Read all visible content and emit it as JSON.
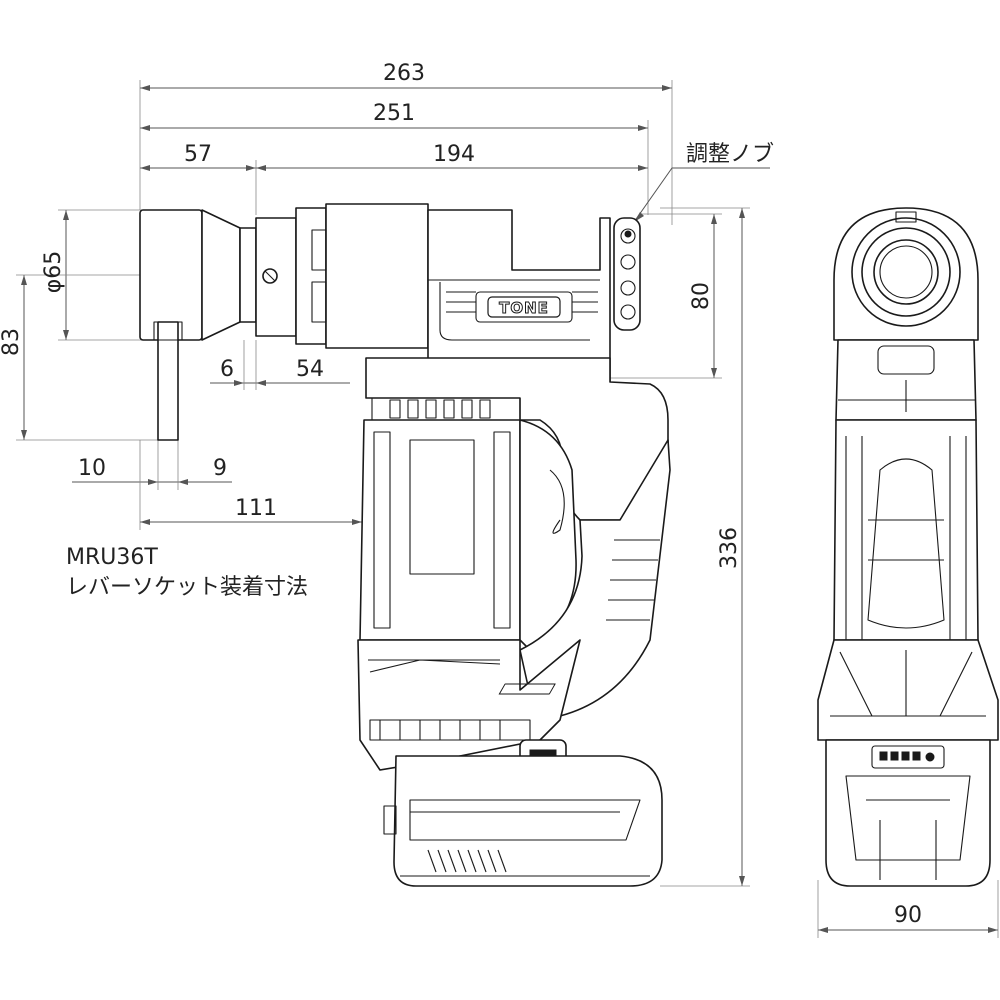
{
  "dimensions": {
    "overall_length": "263",
    "length_to_socket_face": "251",
    "head_length": "57",
    "body_length": "194",
    "diameter": "φ65",
    "height_83": "83",
    "height_80": "80",
    "gap_6": "6",
    "gap_54": "54",
    "lever_10": "10",
    "lever_9": "9",
    "offset_111": "111",
    "total_height": "336",
    "width": "90"
  },
  "labels": {
    "adjust_knob": "調整ノブ",
    "model": "MRU36T",
    "caption": "レバーソケット装着寸法",
    "logo": "TONE"
  }
}
